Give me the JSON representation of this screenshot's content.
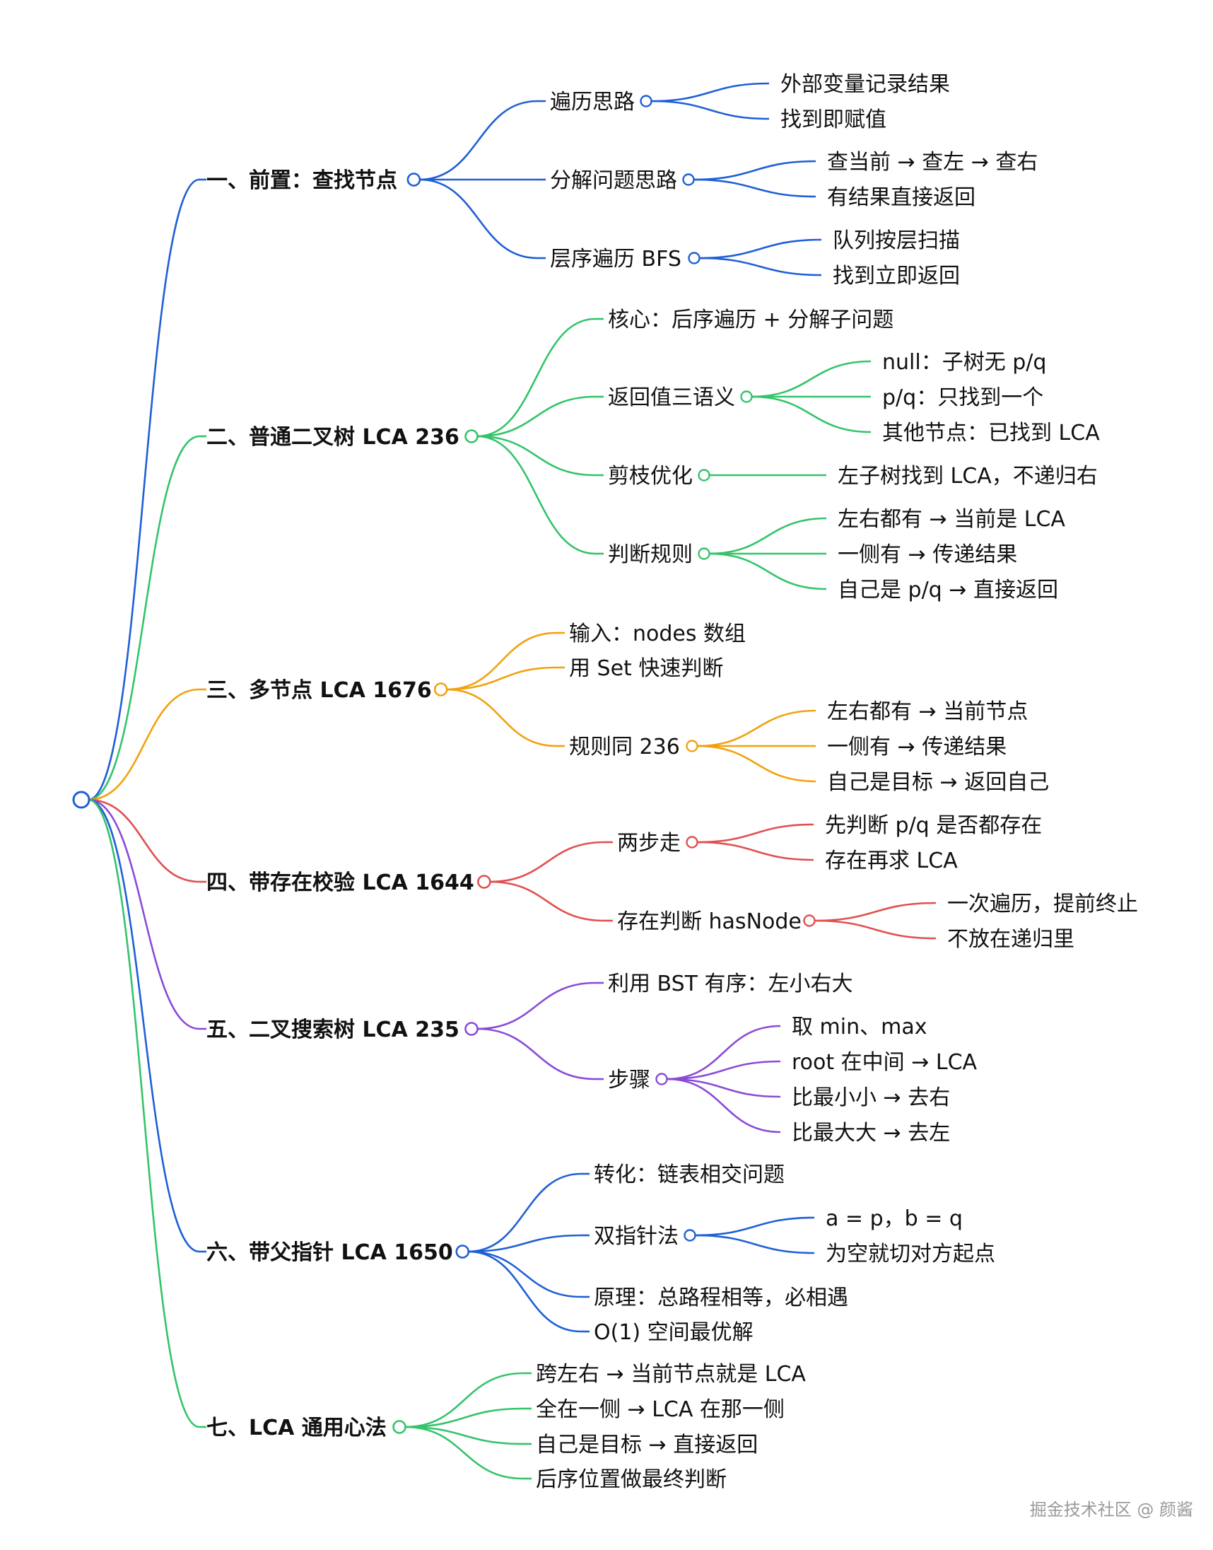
{
  "colors": {
    "blue": "#1f5fd6",
    "green": "#33c46a",
    "orange": "#f2a10f",
    "red": "#e0504f",
    "purple": "#8a4bd6"
  },
  "watermark": "掘金技术社区 @ 颜酱",
  "branches": [
    {
      "label": "一、前置：查找节点",
      "color": "blue",
      "children": [
        {
          "label": "遍历思路",
          "children": [
            "外部变量记录结果",
            "找到即赋值"
          ]
        },
        {
          "label": "分解问题思路",
          "children": [
            "查当前 → 查左 → 查右",
            "有结果直接返回"
          ]
        },
        {
          "label": "层序遍历 BFS",
          "children": [
            "队列按层扫描",
            "找到立即返回"
          ]
        }
      ]
    },
    {
      "label": "二、普通二叉树 LCA 236",
      "color": "green",
      "children": [
        {
          "label": "核心：后序遍历 + 分解子问题"
        },
        {
          "label": "返回值三语义",
          "children": [
            "null：子树无 p/q",
            "p/q：只找到一个",
            "其他节点：已找到 LCA"
          ]
        },
        {
          "label": "剪枝优化",
          "children": [
            "左子树找到 LCA，不递归右"
          ]
        },
        {
          "label": "判断规则",
          "children": [
            "左右都有 → 当前是 LCA",
            "一侧有 → 传递结果",
            "自己是 p/q → 直接返回"
          ]
        }
      ]
    },
    {
      "label": "三、多节点 LCA 1676",
      "color": "orange",
      "children": [
        {
          "label": "输入：nodes 数组"
        },
        {
          "label": "用 Set 快速判断"
        },
        {
          "label": "规则同 236",
          "children": [
            "左右都有 → 当前节点",
            "一侧有 → 传递结果",
            "自己是目标 → 返回自己"
          ]
        }
      ]
    },
    {
      "label": "四、带存在校验 LCA 1644",
      "color": "red",
      "children": [
        {
          "label": "两步走",
          "children": [
            "先判断 p/q 是否都存在",
            "存在再求 LCA"
          ]
        },
        {
          "label": "存在判断 hasNode",
          "children": [
            "一次遍历，提前终止",
            "不放在递归里"
          ]
        }
      ]
    },
    {
      "label": "五、二叉搜索树 LCA 235",
      "color": "purple",
      "children": [
        {
          "label": "利用 BST 有序：左小右大"
        },
        {
          "label": "步骤",
          "children": [
            "取 min、max",
            "root 在中间 → LCA",
            "比最小小 → 去右",
            "比最大大 → 去左"
          ]
        }
      ]
    },
    {
      "label": "六、带父指针 LCA 1650",
      "color": "blue",
      "children": [
        {
          "label": "转化：链表相交问题"
        },
        {
          "label": "双指针法",
          "children": [
            "a = p，b = q",
            "为空就切对方起点"
          ]
        },
        {
          "label": "原理：总路程相等，必相遇"
        },
        {
          "label": "O(1) 空间最优解"
        }
      ]
    },
    {
      "label": "七、LCA 通用心法",
      "color": "green",
      "children": [
        {
          "label": "跨左右 → 当前节点就是 LCA"
        },
        {
          "label": "全在一侧 → LCA 在那一侧"
        },
        {
          "label": "自己是目标 → 直接返回"
        },
        {
          "label": "后序位置做最终判断"
        }
      ]
    }
  ]
}
